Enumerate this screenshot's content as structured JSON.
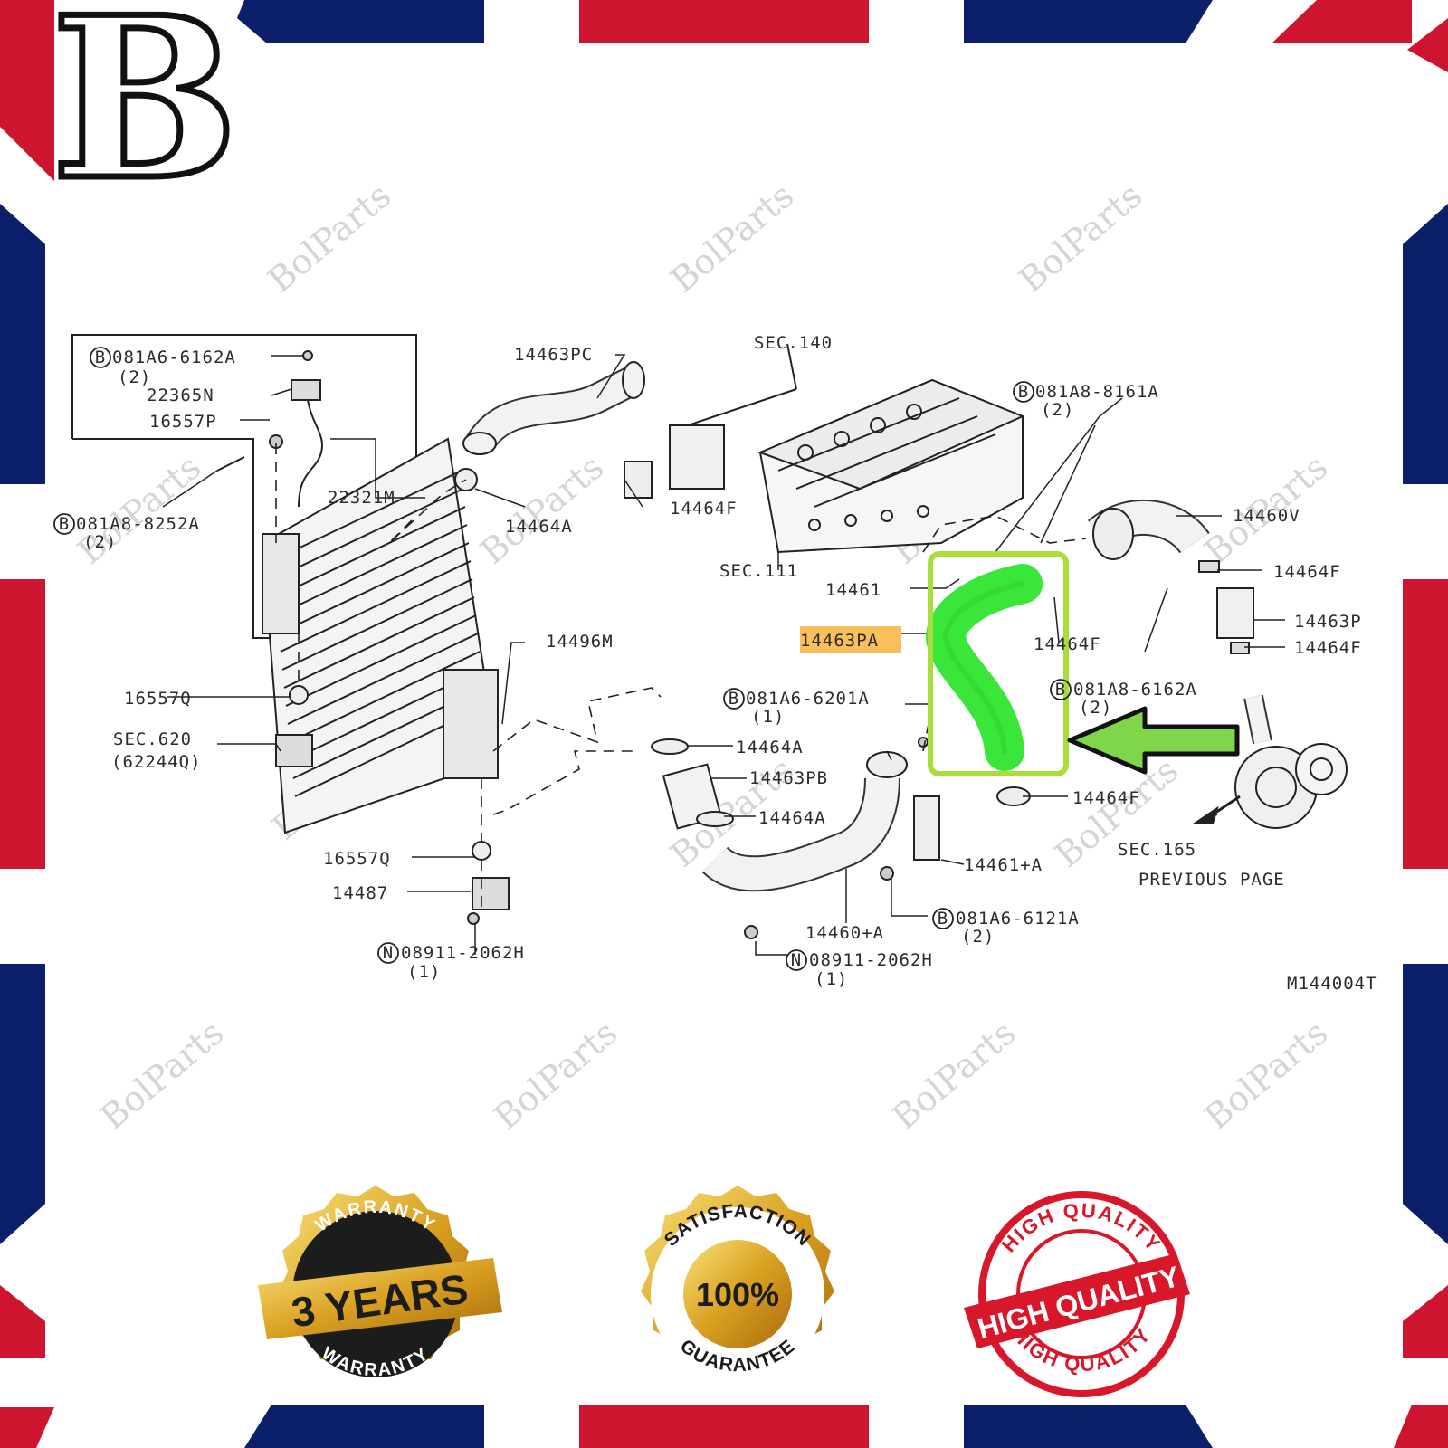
{
  "brand": {
    "logo_letter": "B",
    "watermark": "BolParts"
  },
  "diagram": {
    "highlighted_part": "14463PA",
    "drawing_code": "M144004T",
    "labels": {
      "b_081a6_6162a": "081A6-6162A",
      "qty2_a": "(2)",
      "p22365n": "22365N",
      "p16557p": "16557P",
      "p22321m": "22321M",
      "b_081a8_8252a": "081A8-8252A",
      "qty2_b": "(2)",
      "p14463pc": "14463PC",
      "p14464a_top": "14464A",
      "sec140": "SEC.140",
      "p14464f_top": "14464F",
      "sec111": "SEC.111",
      "b_081a8_8161a": "081A8-8161A",
      "qty2_c": "(2)",
      "p14460v": "14460V",
      "p14464f_r1": "14464F",
      "p14463p": "14463P",
      "p14464f_r2": "14464F",
      "p14461": "14461",
      "p14464f_mid": "14464F",
      "p14496m": "14496M",
      "b_081a6_6201a": "081A6-6201A",
      "qty1_a": "(1)",
      "b_081a8_6162a": "081A8-6162A",
      "qty2_d": "(2)",
      "p16557q_a": "16557Q",
      "sec620": "SEC.620",
      "p62244q": "(62244Q)",
      "p14464a_mid": "14464A",
      "p14463pb": "14463PB",
      "p14464a_low": "14464A",
      "p14464f_low": "14464F",
      "sec165": "SEC.165",
      "previous_page": "PREVIOUS PAGE",
      "p14461_a": "14461+A",
      "p16557q_b": "16557Q",
      "p14487": "14487",
      "p14460_a": "14460+A",
      "b_081a6_6121a": "081A6-6121A",
      "qty2_e": "(2)",
      "n_08911_2062h_a": "08911-2062H",
      "qty1_b": "(1)",
      "n_08911_2062h_b": "08911-2062H",
      "qty1_c": "(1)"
    }
  },
  "badges": {
    "warranty": {
      "top": "WARRANTY",
      "main": "3 YEARS",
      "bottom": "WARRANTY"
    },
    "satisfaction": {
      "top": "SATISFACTION",
      "main": "100%",
      "bottom": "GUARANTEE"
    },
    "quality": {
      "top": "HIGH QUALITY",
      "main": "HIGH QUALITY",
      "bottom": "HIGH QUALITY"
    }
  },
  "colors": {
    "flag_red": "#cf1430",
    "flag_blue": "#0b1f6b",
    "highlight_green": "#39e639",
    "frame_green": "#a8dd3a",
    "tag_orange": "#f8bf5a"
  }
}
